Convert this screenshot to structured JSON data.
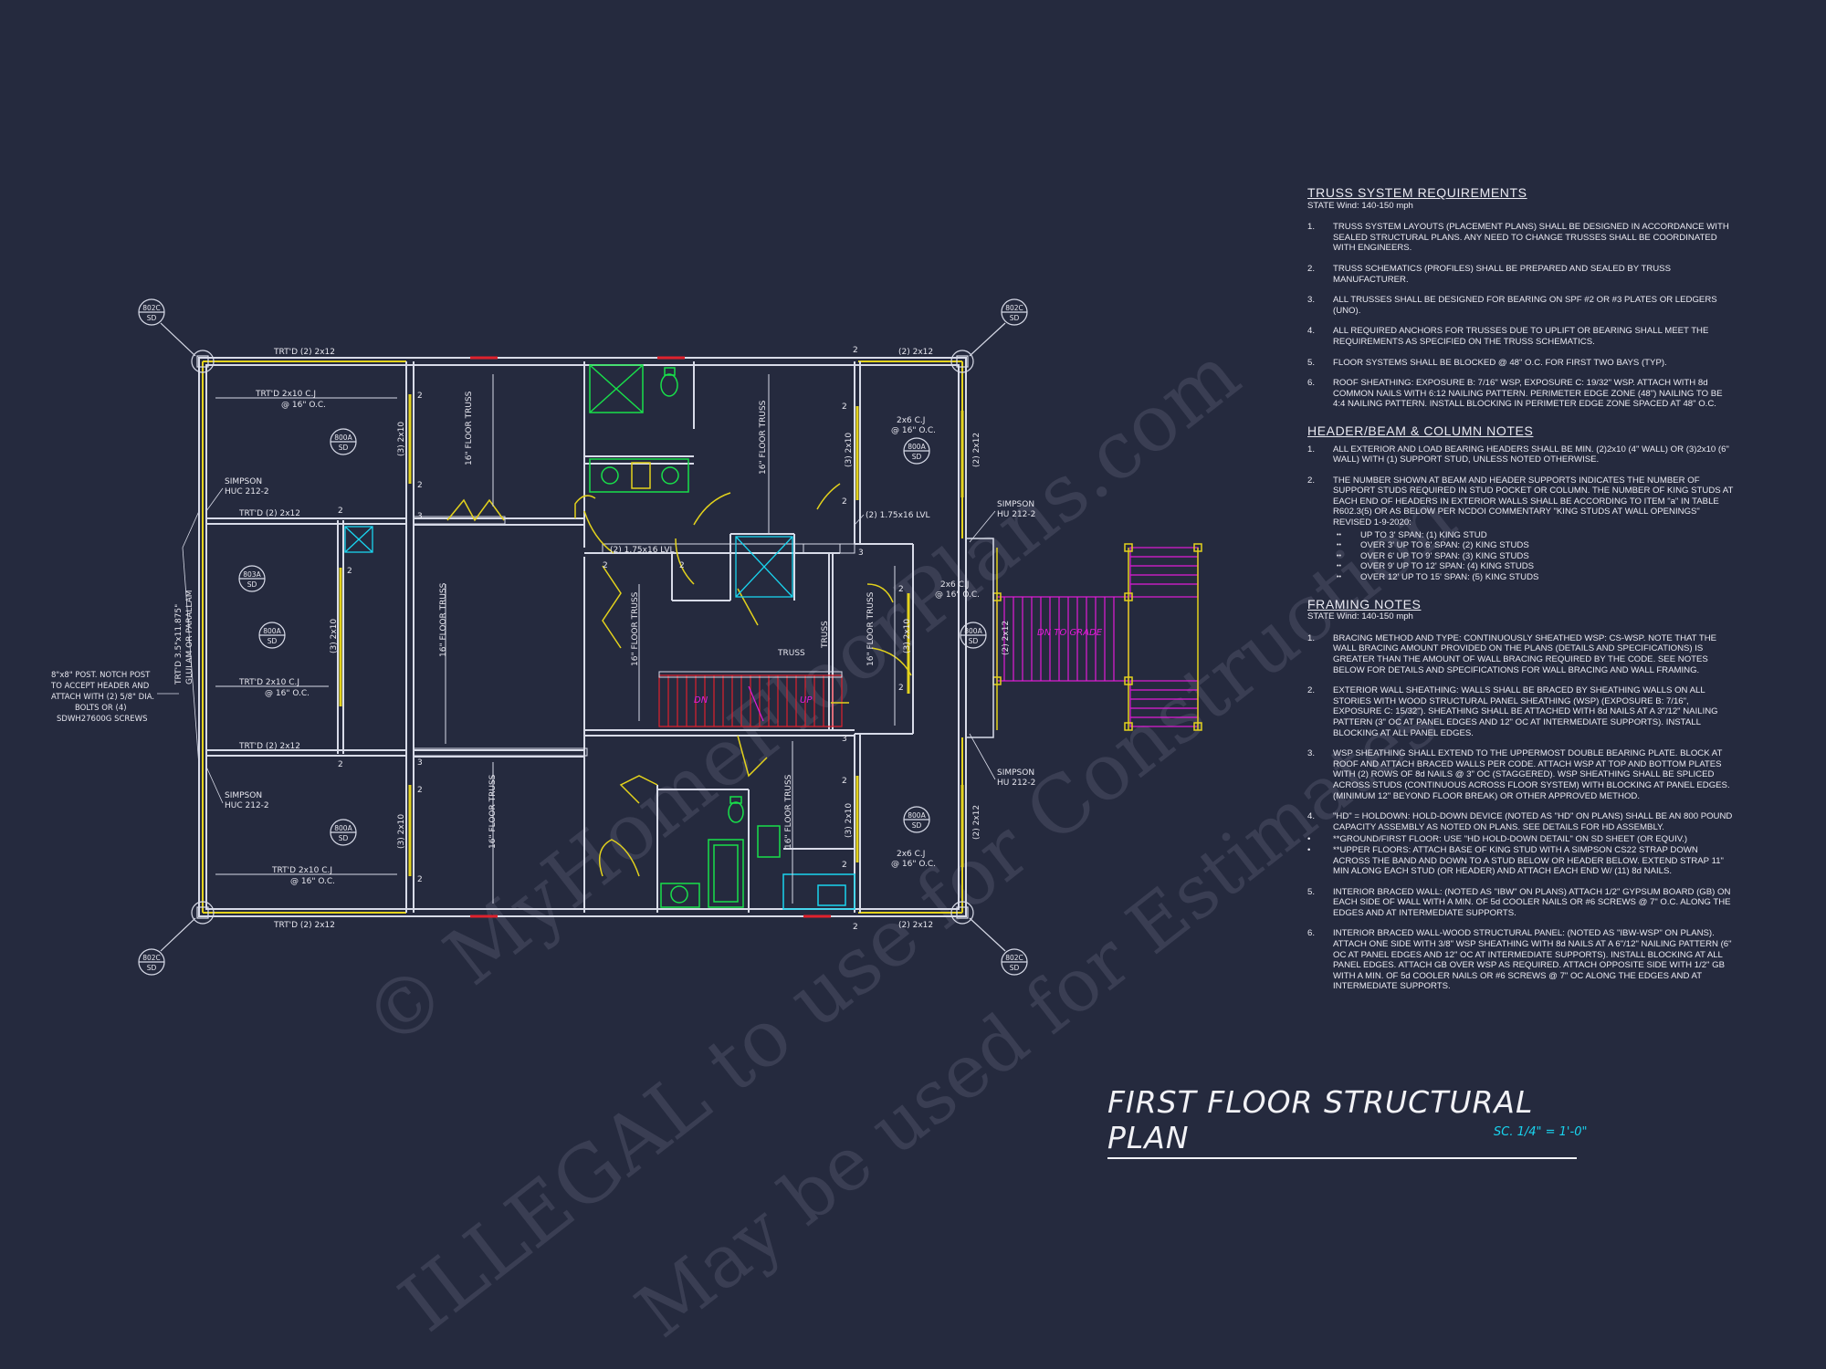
{
  "watermark": {
    "line1": "© MyHomeFloorPlans.com",
    "line2": "ILLEGAL to use for Construction",
    "line3": "May be used for Estimates"
  },
  "plan": {
    "beam_labels": [
      "TRT'D (2) 2x12",
      "(2) 2x12",
      "TRT'D (2) 2x12",
      "(2) 2x12",
      "TRT'D (2) 2x12",
      "TRT'D (2) 2x12"
    ],
    "left_beam": [
      "TRT'D 3.5\"x11.875\"",
      "GLULAM OR PARALLAM"
    ],
    "cj_left": [
      "TRT'D 2x10 C.J",
      "@ 16\" O.C."
    ],
    "cj_right": [
      "2x6 C.J",
      "@ 16\" O.C."
    ],
    "lvl_1": "(2) 1.75x16 LVL",
    "lvl_2": "(2) 1.75x16 LVL",
    "simpson_huc": [
      "SIMPSON",
      "HUC 212-2"
    ],
    "simpson_hu": [
      "SIMPSON",
      "HU 212-2"
    ],
    "floor_truss": "16\" FLOOR TRUSS",
    "truss": "TRUSS",
    "post_note": [
      "8\"x8\" POST. NOTCH POST",
      "TO ACCEPT HEADER AND",
      "ATTACH WITH (2) 5/8\" DIA.",
      "BOLTS OR (4)",
      "SDWH27600G SCREWS"
    ],
    "header_2x10": "(3) 2x10",
    "header_2x12": "(2) 2x12",
    "detail_tags": {
      "top": [
        "802C",
        "800A",
        "803A",
        "802C"
      ],
      "bottom": [
        "SD"
      ]
    },
    "dn_to_grade": "DN TO GRADE",
    "dn": "DN",
    "up": "UP",
    "counts": [
      "2",
      "3"
    ]
  },
  "notes": {
    "truss": {
      "title": "TRUSS SYSTEM REQUIREMENTS",
      "sub": "STATE Wind: 140-150 mph",
      "items": [
        {
          "n": "1.",
          "t": "TRUSS SYSTEM LAYOUTS (PLACEMENT PLANS) SHALL BE DESIGNED IN ACCORDANCE WITH SEALED STRUCTURAL PLANS. ANY NEED TO CHANGE TRUSSES SHALL BE COORDINATED WITH ENGINEERS."
        },
        {
          "n": "2.",
          "t": "TRUSS SCHEMATICS (PROFILES) SHALL BE PREPARED AND SEALED BY TRUSS MANUFACTURER."
        },
        {
          "n": "3.",
          "t": "ALL TRUSSES SHALL BE DESIGNED FOR BEARING ON SPF #2 OR #3 PLATES OR LEDGERS (UNO)."
        },
        {
          "n": "4.",
          "t": "ALL REQUIRED ANCHORS FOR TRUSSES DUE TO UPLIFT OR BEARING SHALL MEET THE REQUIREMENTS AS SPECIFIED ON THE TRUSS SCHEMATICS."
        },
        {
          "n": "5.",
          "t": "FLOOR SYSTEMS SHALL BE BLOCKED @ 48\" O.C. FOR FIRST TWO BAYS (TYP)."
        },
        {
          "n": "6.",
          "t": "ROOF SHEATHING: EXPOSURE B: 7/16\" WSP, EXPOSURE C: 19/32\" WSP. ATTACH WITH 8d COMMON NAILS WITH 6:12 NAILING PATTERN. PERIMETER EDGE ZONE (48\") NAILING TO BE 4:4 NAILING PATTERN. INSTALL BLOCKING IN PERIMETER EDGE ZONE SPACED AT 48\" O.C."
        }
      ]
    },
    "header": {
      "title": "HEADER/BEAM & COLUMN NOTES",
      "items": [
        {
          "n": "1.",
          "t": "ALL EXTERIOR AND LOAD BEARING HEADERS SHALL BE MIN. (2)2x10 (4\" WALL) OR (3)2x10 (6\" WALL) WITH (1) SUPPORT STUD, UNLESS NOTED OTHERWISE."
        },
        {
          "n": "2.",
          "t": "THE NUMBER SHOWN AT BEAM AND HEADER SUPPORTS INDICATES THE NUMBER OF SUPPORT STUDS REQUIRED IN STUD POCKET OR COLUMN. THE NUMBER OF KING STUDS AT EACH END OF HEADERS IN EXTERIOR WALLS SHALL BE ACCORDING TO ITEM \"a\" IN TABLE R602.3(5) OR AS BELOW PER NCDOI COMMENTARY \"KING STUDS AT WALL OPENINGS\" REVISED 1-9-2020:"
        }
      ],
      "bullets": [
        "UP TO 3' SPAN: (1) KING STUD",
        "OVER 3' UP TO 6' SPAN: (2) KING STUDS",
        "OVER 6' UP TO 9' SPAN: (3) KING STUDS",
        "OVER 9' UP TO 12' SPAN: (4) KING STUDS",
        "OVER 12' UP TO 15' SPAN: (5) KING STUDS"
      ]
    },
    "framing": {
      "title": "FRAMING NOTES",
      "sub": "STATE Wind: 140-150 mph",
      "items": [
        {
          "n": "1.",
          "t": "BRACING METHOD AND TYPE: CONTINUOUSLY SHEATHED WSP: CS-WSP. NOTE THAT THE WALL BRACING AMOUNT PROVIDED ON THE PLANS (DETAILS AND SPECIFICATIONS) IS GREATER THAN THE AMOUNT OF WALL BRACING REQUIRED BY THE CODE. SEE NOTES BELOW FOR DETAILS AND SPECIFICATIONS FOR WALL BRACING AND WALL FRAMING."
        },
        {
          "n": "2.",
          "t": "EXTERIOR WALL SHEATHING: WALLS SHALL BE BRACED BY SHEATHING WALLS ON ALL STORIES WITH WOOD STRUCTURAL PANEL SHEATHING (WSP) (EXPOSURE B: 7/16\", EXPOSURE C: 15/32\"). SHEATHING SHALL BE ATTACHED WITH 8d NAILS AT A 3\"/12\" NAILING PATTERN (3\" OC AT PANEL EDGES AND 12\" OC AT INTERMEDIATE SUPPORTS). INSTALL BLOCKING AT ALL PANEL EDGES."
        },
        {
          "n": "3.",
          "t": "WSP SHEATHING SHALL EXTEND TO THE UPPERMOST DOUBLE BEARING PLATE. BLOCK AT ROOF AND ATTACH BRACED WALLS PER CODE. ATTACH WSP AT TOP AND BOTTOM PLATES WITH (2) ROWS OF 8d NAILS @ 3\" OC (STAGGERED). WSP SHEATHING SHALL BE SPLICED ACROSS STUDS (CONTINUOUS ACROSS FLOOR SYSTEM) WITH BLOCKING AT PANEL EDGES. (MINIMUM 12\" BEYOND FLOOR BREAK) OR OTHER APPROVED METHOD."
        },
        {
          "n": "4.",
          "t": "\"HD\" = HOLDOWN: HOLD-DOWN DEVICE (NOTED AS \"HD\" ON PLANS) SHALL BE AN 800 POUND CAPACITY ASSEMBLY AS NOTED ON PLANS. SEE DETAILS FOR HD ASSEMBLY."
        },
        {
          "n": "•",
          "t": "**GROUND/FIRST FLOOR: USE \"HD HOLD-DOWN DETAIL\" ON SD SHEET (OR EQUIV.)"
        },
        {
          "n": "•",
          "t": "**UPPER FLOORS: ATTACH BASE OF KING STUD WITH A SIMPSON CS22 STRAP DOWN ACROSS THE BAND AND DOWN TO A STUD BELOW OR HEADER BELOW. EXTEND STRAP 11\" MIN ALONG EACH STUD (OR HEADER) AND ATTACH EACH END W/ (11) 8d NAILS."
        },
        {
          "n": "5.",
          "t": "INTERIOR BRACED WALL: (NOTED AS \"IBW\" ON PLANS) ATTACH 1/2\" GYPSUM BOARD (GB) ON EACH SIDE OF WALL WITH A MIN. OF 5d COOLER NAILS OR #6 SCREWS @ 7\" O.C. ALONG THE EDGES AND AT INTERMEDIATE SUPPORTS."
        },
        {
          "n": "6.",
          "t": "INTERIOR BRACED WALL-WOOD STRUCTURAL PANEL: (NOTED AS \"IBW-WSP\" ON PLANS). ATTACH ONE SIDE WITH 3/8\" WSP SHEATHING WITH 8d NAILS AT A 6\"/12\" NAILING PATTERN (6\" OC AT PANEL EDGES AND 12\" OC AT INTERMEDIATE SUPPORTS). INSTALL BLOCKING AT ALL PANEL EDGES. ATTACH GB OVER WSP AS REQUIRED. ATTACH OPPOSITE SIDE WITH 1/2\" GB WITH A MIN. OF 5d COOLER NAILS OR #6 SCREWS @ 7\" OC ALONG THE EDGES AND AT INTERMEDIATE SUPPORTS."
        }
      ]
    }
  },
  "title": {
    "main": "FIRST FLOOR STRUCTURAL PLAN",
    "scale": "SC. 1/4\" = 1'-0\""
  },
  "colors": {
    "background": "#252a3e",
    "wall": "#d8dbe8",
    "yellow": "#e3d21c",
    "green": "#18e04a",
    "cyan": "#19d4ef",
    "magenta": "#e21cd8",
    "red": "#e0222d"
  }
}
